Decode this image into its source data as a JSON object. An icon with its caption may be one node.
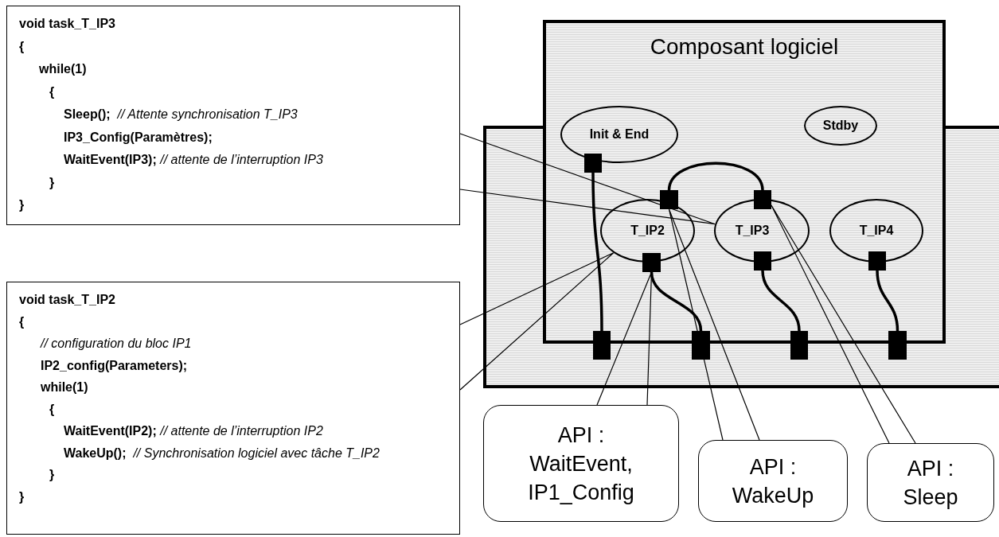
{
  "diagram": {
    "nodes": [
      {
        "text": [
          "void task_T_IP3",
          "{",
          "while(1)",
          "{",
          "Sleep();  *// Attente synchronisation T_IP3*",
          "IP3_Config(Paramètres);",
          "WaitEvent(IP3); *// attente de l’interruption IP3*",
          "}",
          "}"
        ]
      },
      {
        "text": [
          "void task_T_IP2",
          "{",
          "*// configuration du bloc IP1*",
          "IP2_config(Parameters);",
          "while(1)",
          "{",
          "WaitEvent(IP2); *// attente de l’interruption IP2*",
          "WakeUp();  *// Synchronisation logiciel avec tâche T_IP2*",
          "}",
          "}"
        ]
      },
      {
        "text": [
          "Composant logiciel"
        ]
      },
      {
        "text": [
          "Init & End"
        ],
        "in": 2
      },
      {
        "text": [
          "Stdby"
        ],
        "in": 2
      },
      {
        "text": [
          "T_IP2"
        ],
        "in": 2
      },
      {
        "text": [
          "T_IP3"
        ],
        "in": 2
      },
      {
        "text": [
          "T_IP4"
        ],
        "in": 2
      },
      {
        "text": [],
        "shape": "box",
        "in": 2
      },
      {
        "text": [],
        "shape": "box",
        "in": 2
      },
      {
        "text": [],
        "shape": "box",
        "in": 2
      },
      {
        "text": [],
        "shape": "box",
        "in": 2
      },
      {
        "text": [],
        "shape": "box",
        "in": 2
      },
      {
        "text": [],
        "shape": "box",
        "in": 2
      },
      {
        "text": [],
        "shape": "box"
      },
      {
        "text": [],
        "shape": "box"
      },
      {
        "text": [],
        "shape": "box"
      },
      {
        "text": [],
        "shape": "box"
      },
      {
        "text": [
          "API : WaitEvent, IP1_Config"
        ]
      },
      {
        "text": [
          "API : WakeUp"
        ]
      },
      {
        "text": [
          "API : Sleep"
        ]
      }
    ],
    "edges": [
      {
        "from": 0,
        "to": 6,
        "arrow": "none"
      },
      {
        "from": 1,
        "to": 5,
        "arrow": "none"
      },
      {
        "from": 8,
        "to": 14,
        "arrow": "none",
        "style": "thick"
      },
      {
        "from": 9,
        "to": 10,
        "arrow": "none",
        "style": "thick"
      },
      {
        "from": 11,
        "to": 15,
        "arrow": "none",
        "style": "thick"
      },
      {
        "from": 12,
        "to": 16,
        "arrow": "none",
        "style": "thick"
      },
      {
        "from": 13,
        "to": 17,
        "arrow": "none",
        "style": "thick"
      },
      {
        "from": 18,
        "to": 11,
        "arrow": "none"
      },
      {
        "from": 19,
        "to": 9,
        "arrow": "none"
      },
      {
        "from": 20,
        "to": 10,
        "arrow": "none"
      }
    ]
  }
}
